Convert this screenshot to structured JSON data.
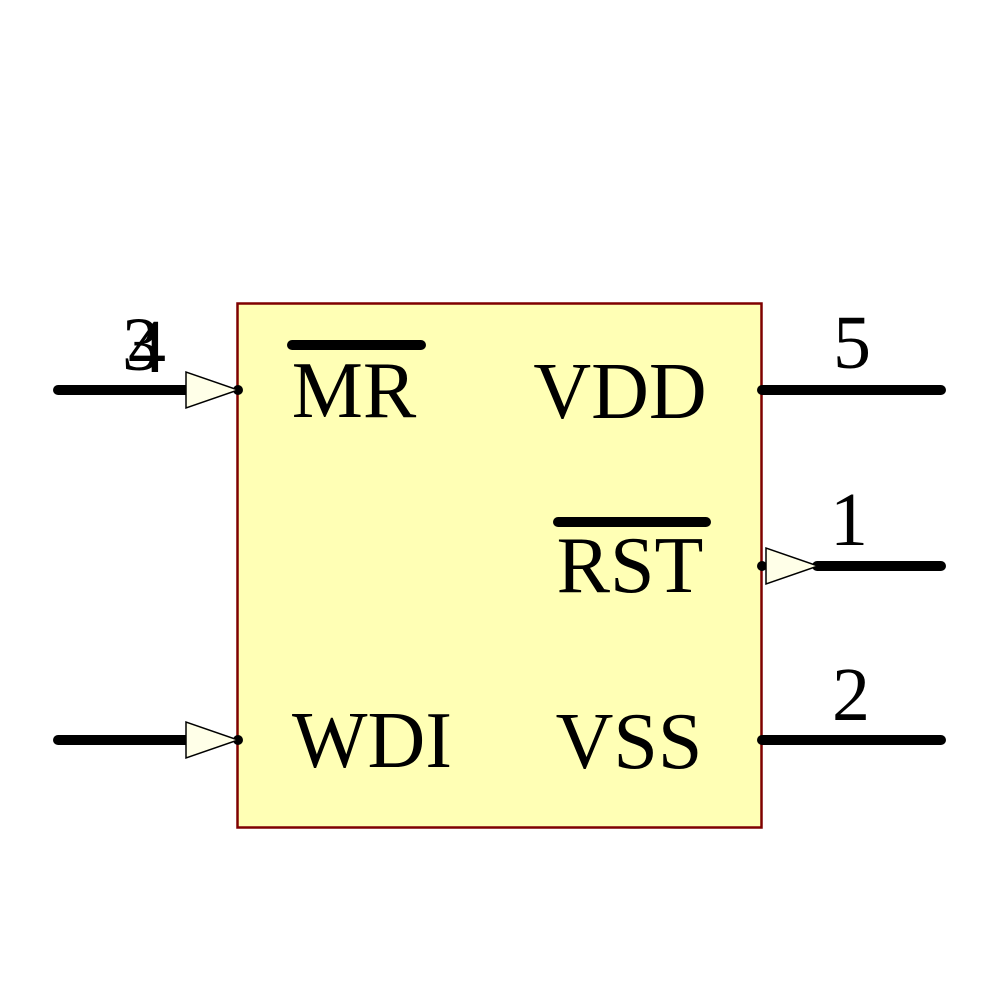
{
  "component": {
    "kind": "schematic-symbol",
    "colors": {
      "body_fill": "#FFFFB5",
      "body_border": "#7F0000",
      "arrow_fill": "#FFFFE8",
      "wire_color": "#000000",
      "text_color": "#000000",
      "background": "#FFFFFF"
    },
    "pins": [
      {
        "number": "3",
        "label": "MR",
        "side": "left",
        "overline": true,
        "direction": "input"
      },
      {
        "number": "4",
        "label": "WDI",
        "side": "left",
        "overline": false,
        "direction": "input"
      },
      {
        "number": "5",
        "label": "VDD",
        "side": "right",
        "overline": false,
        "direction": "power"
      },
      {
        "number": "1",
        "label": "RST",
        "side": "right",
        "overline": true,
        "direction": "output"
      },
      {
        "number": "2",
        "label": "VSS",
        "side": "right",
        "overline": false,
        "direction": "power"
      }
    ]
  }
}
